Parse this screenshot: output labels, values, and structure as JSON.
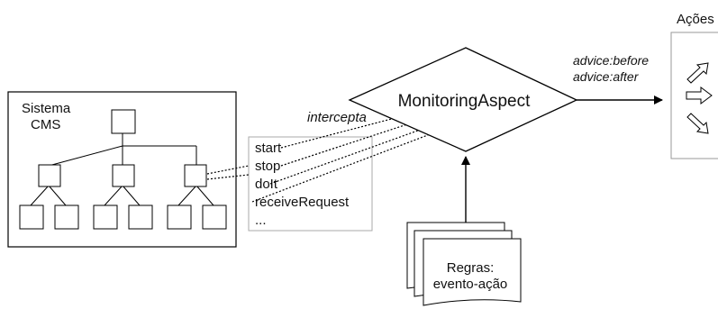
{
  "system": {
    "title_line1": "Sistema",
    "title_line2": "CMS"
  },
  "methods": {
    "items": [
      "start",
      "stop",
      "doIt",
      "receiveRequest",
      "..."
    ]
  },
  "aspect": {
    "name": "MonitoringAspect",
    "intercept_label": "intercepta"
  },
  "advice": {
    "before": "advice:before",
    "after": "advice:after"
  },
  "actions": {
    "title": "Ações"
  },
  "rules": {
    "line1": "Regras:",
    "line2": "evento-ação"
  }
}
